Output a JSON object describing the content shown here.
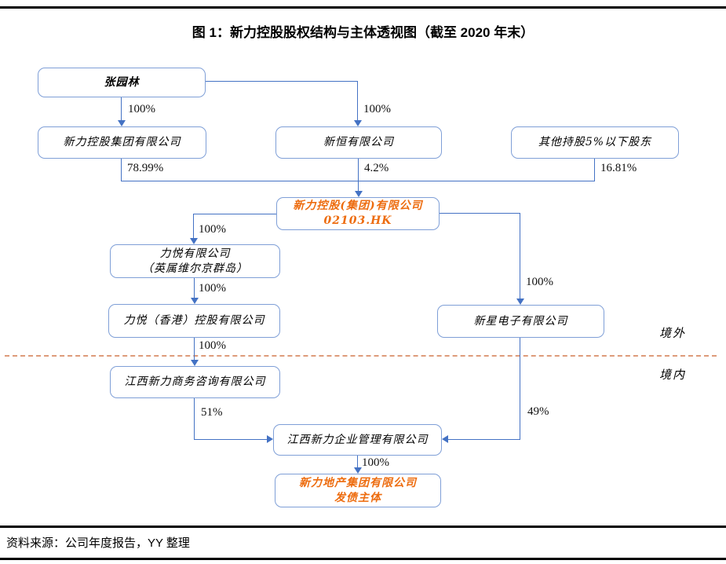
{
  "title": "图 1：新力控股股权结构与主体透视图（截至 2020 年末）",
  "source_note": "资料来源：公司年度报告，YY 整理",
  "regions": {
    "offshore": "境外",
    "onshore": "境内"
  },
  "colors": {
    "line_blue": "#4472c4",
    "box_border": "#7f9fd7",
    "accent_orange": "#ed6c0f",
    "divider_dashed": "#dd9b7a",
    "rule_black": "#000000"
  },
  "nodes": {
    "founder": {
      "name": "张园林"
    },
    "xinli_holdings_group": {
      "name": "新力控股集团有限公司"
    },
    "xinheng": {
      "name": "新恒有限公司"
    },
    "other_shareholders": {
      "name": "其他持股5%以下股东"
    },
    "listco": {
      "line1": "新力控股(集团)有限公司",
      "line2": "02103.HK"
    },
    "liyue_bvi": {
      "line1": "力悦有限公司",
      "line2": "（英属维尔京群岛）"
    },
    "liyue_hk": {
      "name": "力悦（香港）控股有限公司"
    },
    "xinxing_electronics": {
      "name": "新星电子有限公司"
    },
    "jiangxi_consulting": {
      "name": "江西新力商务咨询有限公司"
    },
    "jiangxi_mgmt": {
      "name": "江西新力企业管理有限公司"
    },
    "bond_issuer": {
      "line1": "新力地产集团有限公司",
      "line2": "发债主体"
    }
  },
  "percentages": {
    "founder_to_group": "100%",
    "founder_to_xinheng": "100%",
    "group_to_listco": "78.99%",
    "xinheng_to_listco": "4.2%",
    "others_to_listco": "16.81%",
    "listco_to_liyue_bvi": "100%",
    "liyue_bvi_to_liyue_hk": "100%",
    "liyue_hk_to_consulting": "100%",
    "listco_to_xinxing": "100%",
    "consulting_to_mgmt": "51%",
    "xinxing_to_mgmt": "49%",
    "mgmt_to_issuer": "100%"
  }
}
